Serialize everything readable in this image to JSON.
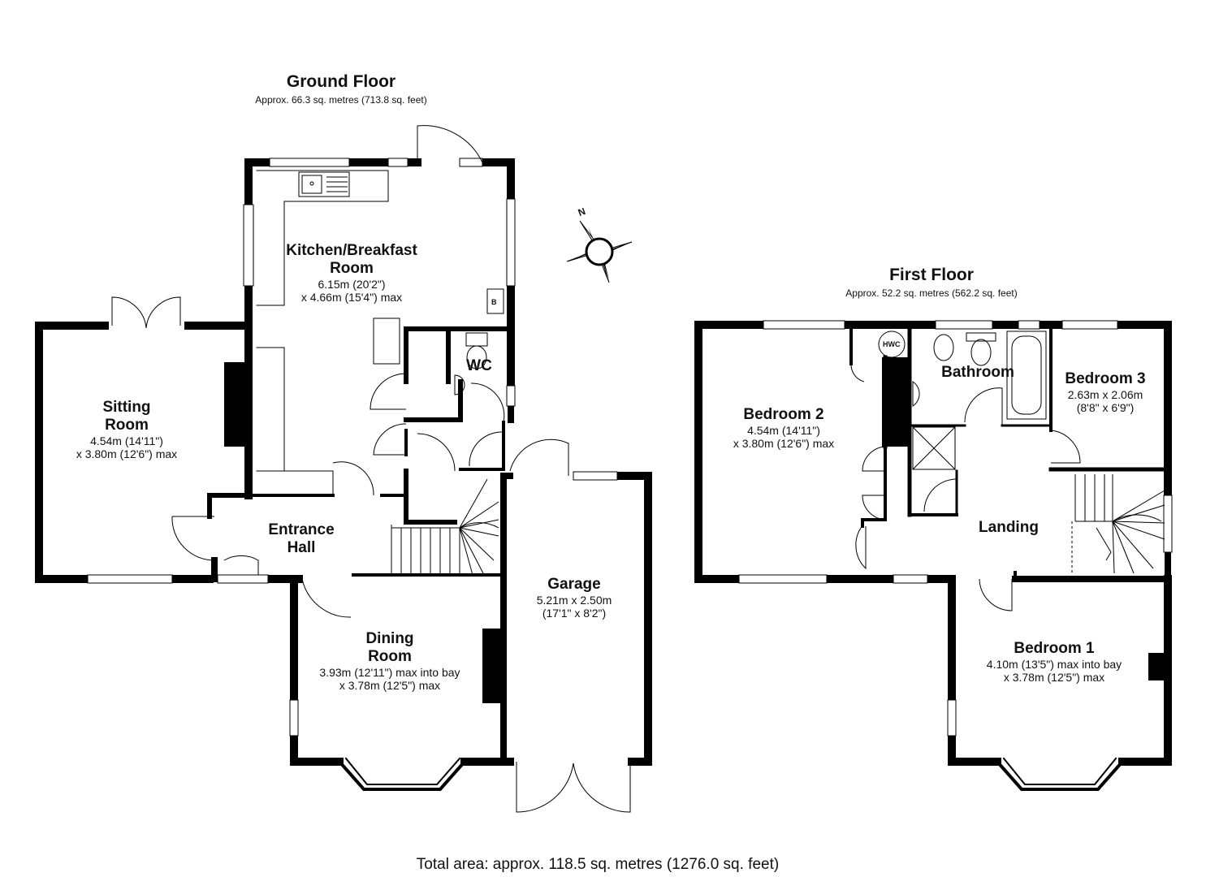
{
  "ground_floor": {
    "title": "Ground Floor",
    "area": "Approx. 66.3 sq. metres (713.8 sq. feet)",
    "rooms": {
      "kitchen": {
        "name1": "Kitchen/Breakfast",
        "name2": "Room",
        "dim1": "6.15m (20'2\")",
        "dim2": "x 4.66m (15'4\") max"
      },
      "wc": {
        "name1": "WC"
      },
      "sitting": {
        "name1": "Sitting",
        "name2": "Room",
        "dim1": "4.54m (14'11\")",
        "dim2": "x 3.80m (12'6\") max"
      },
      "hall": {
        "name1": "Entrance",
        "name2": "Hall"
      },
      "dining": {
        "name1": "Dining",
        "name2": "Room",
        "dim1": "3.93m (12'11\") max into bay",
        "dim2": "x 3.78m (12'5\") max"
      },
      "garage": {
        "name1": "Garage",
        "dim1": "5.21m x 2.50m",
        "dim2": "(17'1\" x 8'2\")"
      }
    },
    "boiler_label": "B"
  },
  "first_floor": {
    "title": "First Floor",
    "area": "Approx. 52.2 sq. metres (562.2 sq. feet)",
    "rooms": {
      "bedroom2": {
        "name1": "Bedroom 2",
        "dim1": "4.54m (14'11\")",
        "dim2": "x 3.80m (12'6\") max"
      },
      "bathroom": {
        "name1": "Bathroom"
      },
      "bedroom3": {
        "name1": "Bedroom 3",
        "dim1": "2.63m x 2.06m",
        "dim2": "(8'8\" x 6'9\")"
      },
      "landing": {
        "name1": "Landing"
      },
      "bedroom1": {
        "name1": "Bedroom 1",
        "dim1": "4.10m (13'5\") max into bay",
        "dim2": "x 3.78m (12'5\") max"
      }
    },
    "hwc_label": "HWC"
  },
  "compass": {
    "north_label": "N"
  },
  "total_area": "Total area: approx. 118.5 sq. metres (1276.0 sq. feet)",
  "colors": {
    "wall": "#000000",
    "fixture": "#555555",
    "background": "#ffffff"
  }
}
